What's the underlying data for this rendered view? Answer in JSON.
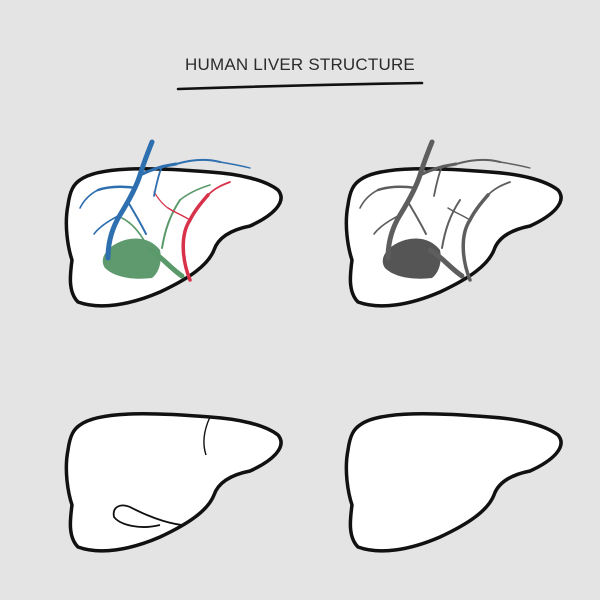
{
  "page": {
    "title": "HUMAN LIVER STRUCTURE"
  },
  "colors": {
    "background": "#e4e4e4",
    "outline": "#111111",
    "liver_fill": "#ffffff",
    "portal_vein": "#2e6fb0",
    "hepatic_artery": "#d8324a",
    "bile_duct": "#5a9a6a",
    "gallbladder": "#5f9a6e",
    "monochrome_vessels": "#5e5e5e",
    "monochrome_gallbladder": "#555555"
  },
  "illustrations": [
    {
      "name": "liver-colored-vessels",
      "style": "colored"
    },
    {
      "name": "liver-grey-vessels",
      "style": "grey"
    },
    {
      "name": "liver-outline-gallbladder",
      "style": "outline-gallbladder"
    },
    {
      "name": "liver-plain-outline",
      "style": "outline"
    }
  ]
}
